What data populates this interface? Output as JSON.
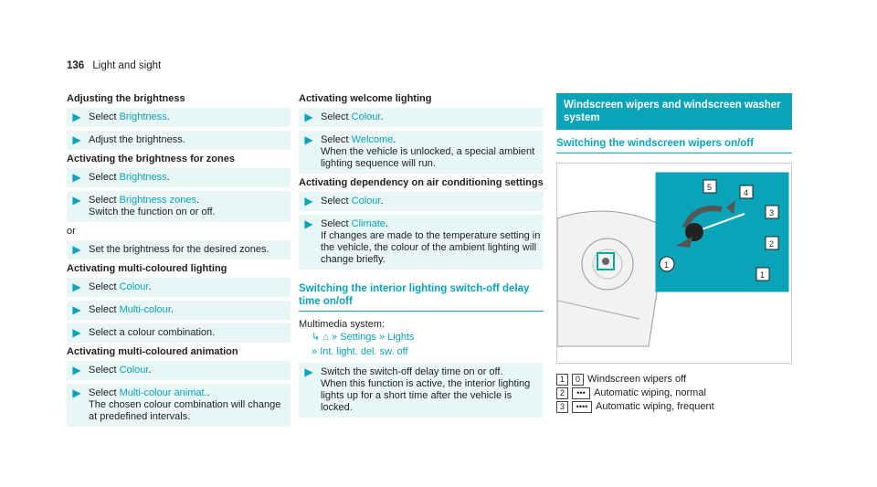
{
  "header": {
    "page": "136",
    "section": "Light and sight"
  },
  "col1": {
    "h_brightness": "Adjusting the brightness",
    "b1_pre": "Select ",
    "b1_link": "Brightness",
    "b1_post": ".",
    "b2": "Adjust the brightness.",
    "h_zones": "Activating the brightness for zones",
    "z1_pre": "Select ",
    "z1_link": "Brightness",
    "z1_post": ".",
    "z2_pre": "Select ",
    "z2_link": "Brightness zones",
    "z2_post": ".",
    "z3": "Switch the function on or off.",
    "or": "or",
    "z4": "Set the brightness for the desired zones.",
    "h_multi": "Activating multi-coloured lighting",
    "m1_pre": "Select ",
    "m1_link": "Colour",
    "m1_post": ".",
    "m2_pre": "Select ",
    "m2_link": "Multi-colour",
    "m2_post": ".",
    "m3": "Select a colour combination.",
    "h_anim": "Activating multi-coloured animation",
    "a1_pre": "Select ",
    "a1_link": "Colour",
    "a1_post": ".",
    "a2_pre": "Select ",
    "a2_link": "Multi-colour animat.",
    "a2_post": ".",
    "a2_desc": "The chosen colour combination will change at predefined intervals."
  },
  "col2": {
    "h_welcome": "Activating welcome lighting",
    "w1_pre": "Select ",
    "w1_link": "Colour",
    "w1_post": ".",
    "w2_pre": "Select ",
    "w2_link": "Welcome",
    "w2_post": ".",
    "w2_desc": "When the vehicle is unlocked, a special ambient lighting sequence will run.",
    "h_ac": "Activating dependency on air conditioning settings",
    "c1_pre": "Select ",
    "c1_link": "Colour",
    "c1_post": ".",
    "c2_pre": "Select ",
    "c2_link": "Climate",
    "c2_post": ".",
    "c2_desc": "If changes are made to the temperature setting in the vehicle, the colour of the ambient lighting will change briefly.",
    "h_switchoff": "Switching the interior lighting switch-off delay time on/off",
    "mm": "Multimedia system:",
    "menu1": "Settings",
    "menu2": "Lights",
    "menu3": "Int. light. del. sw. off",
    "s1": "Switch the switch-off delay time on or off.",
    "s1_desc": "When this function is active, the interior lighting lights up for a short time after the vehicle is locked."
  },
  "col3": {
    "h_wipers": "Windscreen wipers and windscreen washer system",
    "h_sub": "Switching the windscreen wipers on/off",
    "legend": [
      {
        "key": "1",
        "sym": "0",
        "text": "Windscreen wipers off"
      },
      {
        "key": "2",
        "sym": "•••",
        "text": "Automatic wiping, normal"
      },
      {
        "key": "3",
        "sym": "••••",
        "text": "Automatic wiping, frequent"
      }
    ]
  }
}
